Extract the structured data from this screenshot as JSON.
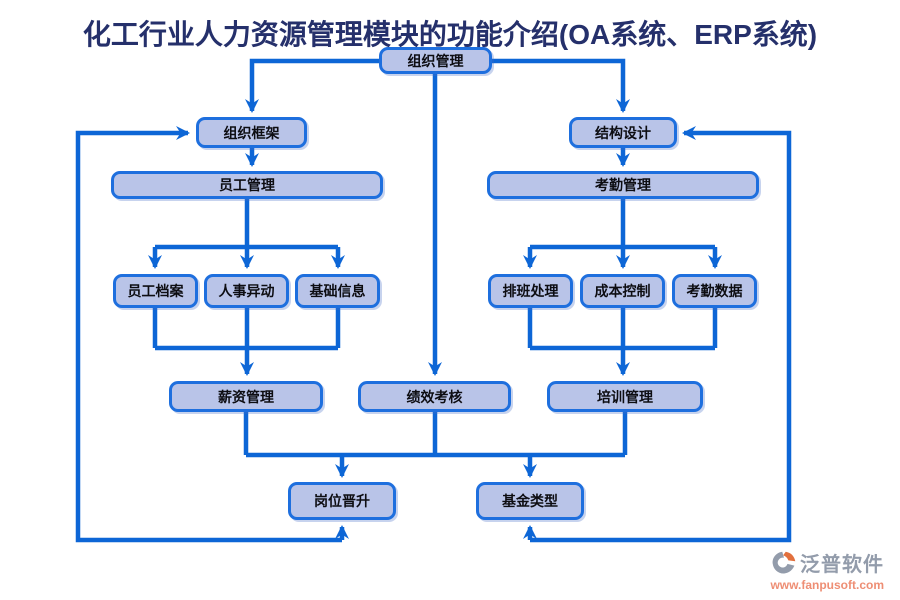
{
  "title": "化工行业人力资源管理模块的功能介绍(OA系统、ERP系统)",
  "nodes": {
    "org_mgmt": {
      "label": "组织管理"
    },
    "org_frame": {
      "label": "组织框架"
    },
    "struct_design": {
      "label": "结构设计"
    },
    "emp_mgmt": {
      "label": "员工管理"
    },
    "attend_mgmt": {
      "label": "考勤管理"
    },
    "emp_archive": {
      "label": "员工档案"
    },
    "personnel_change": {
      "label": "人事异动"
    },
    "basic_info": {
      "label": "基础信息"
    },
    "shift_handle": {
      "label": "排班处理"
    },
    "cost_control": {
      "label": "成本控制"
    },
    "attend_data": {
      "label": "考勤数据"
    },
    "salary_mgmt": {
      "label": "薪资管理"
    },
    "perf_assess": {
      "label": "绩效考核"
    },
    "training_mgmt": {
      "label": "培训管理"
    },
    "post_promotion": {
      "label": "岗位晋升"
    },
    "fund_type": {
      "label": "基金类型"
    }
  },
  "watermark": {
    "brand": "泛普软件",
    "url": "www.fanpusoft.com"
  },
  "colors": {
    "connector": "#0d66d6",
    "node_border": "#1e6fde",
    "node_fill": "#b9c4e8",
    "title_text": "#25306b",
    "brand_gray": "#939cab",
    "brand_orange": "#e2703d",
    "url_salmon": "#ee8e74"
  }
}
